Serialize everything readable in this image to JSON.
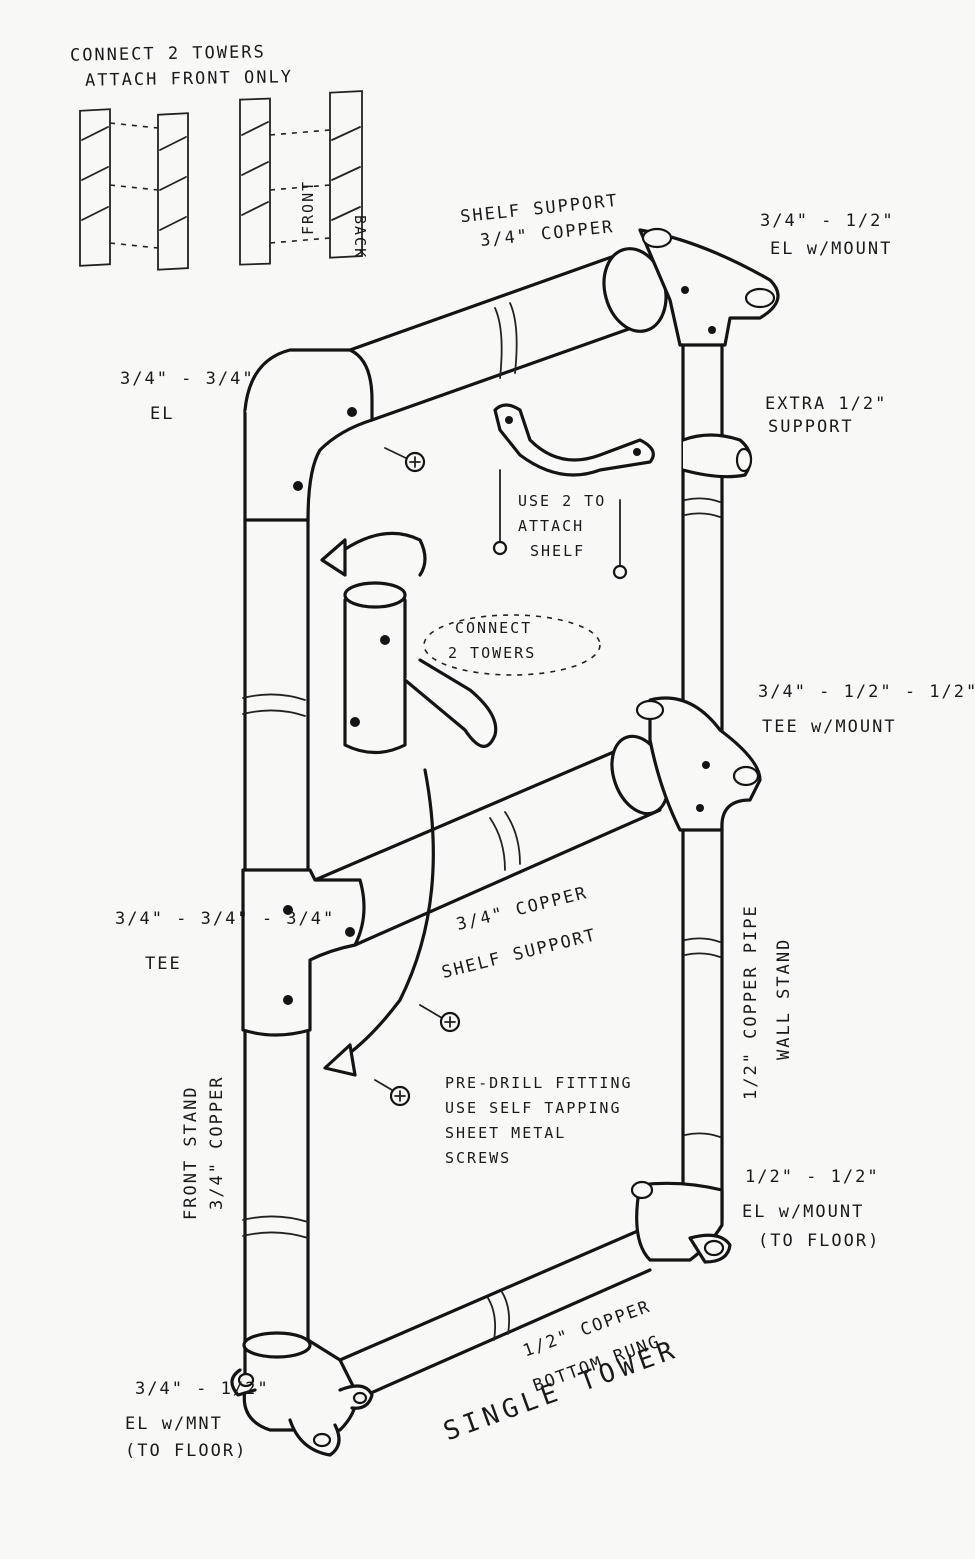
{
  "top_note": {
    "line1": "CONNECT 2 TOWERS",
    "line2": "ATTACH FRONT ONLY",
    "front": "FRONT",
    "back": "BACK"
  },
  "labels": {
    "shelf_support_top_1": "SHELF SUPPORT",
    "shelf_support_top_2": "3/4\" COPPER",
    "el_mount_top_1": "3/4\" - 1/2\"",
    "el_mount_top_2": "EL w/MOUNT",
    "el_corner_1": "3/4\" - 3/4\"",
    "el_corner_2": "EL",
    "extra_support_1": "EXTRA 1/2\"",
    "extra_support_2": "SUPPORT",
    "use2_1": "USE 2 TO",
    "use2_2": "ATTACH",
    "use2_3": "SHELF",
    "connect_1": "CONNECT",
    "connect_2": "2 TOWERS",
    "tee_mount_1": "3/4\" - 1/2\" - 1/2\"",
    "tee_mount_2": "TEE w/MOUNT",
    "shelf_support_mid_1": "3/4\" COPPER",
    "shelf_support_mid_2": "SHELF SUPPORT",
    "tee_1": "3/4\" - 3/4\" - 3/4\"",
    "tee_2": "TEE",
    "wall_stand_1": "1/2\" COPPER PIPE",
    "wall_stand_2": "WALL STAND",
    "predrill_1": "PRE-DRILL FITTING",
    "predrill_2": "USE SELF TAPPING",
    "predrill_3": "SHEET METAL",
    "predrill_4": "SCREWS",
    "front_stand_1": "FRONT STAND",
    "front_stand_2": "3/4\" COPPER",
    "el_floor_right_1": "1/2\" - 1/2\"",
    "el_floor_right_2": "EL w/MOUNT",
    "el_floor_right_3": "(TO FLOOR)",
    "bottom_rung_1": "1/2\" COPPER",
    "bottom_rung_2": "BOTTOM RUNG",
    "el_floor_left_1": "3/4\" - 1/2\"",
    "el_floor_left_2": "EL w/MNT",
    "el_floor_left_3": "(TO FLOOR)",
    "title": "SINGLE TOWER"
  },
  "colors": {
    "ink": "#141414",
    "paper": "#f8f8f6"
  }
}
